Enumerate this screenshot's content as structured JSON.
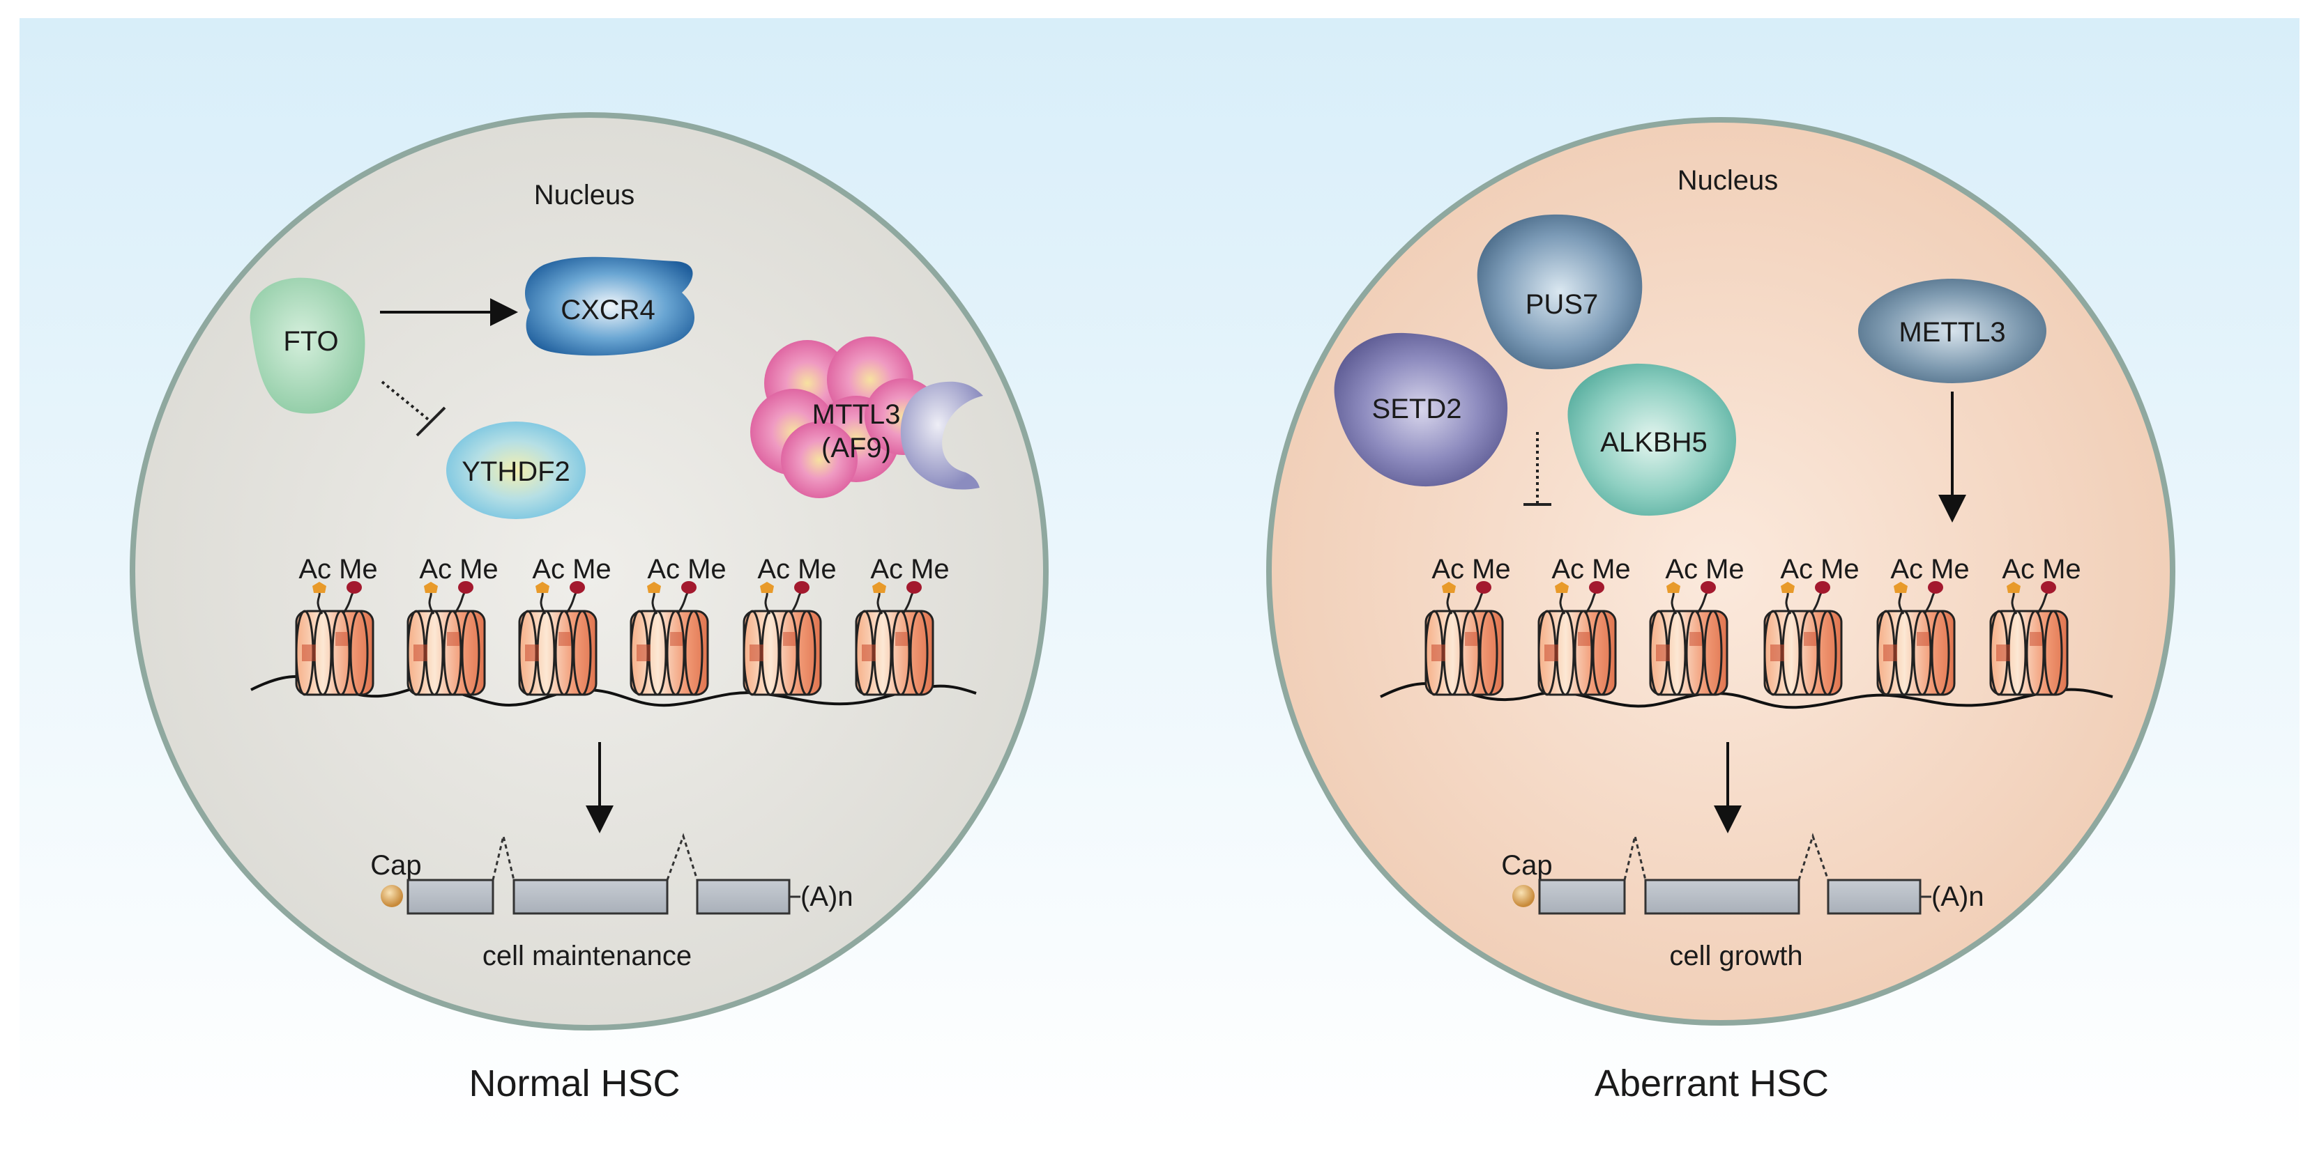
{
  "panels": [
    {
      "id": "normal",
      "nucleus_label": "Nucleus",
      "title": "Normal HSC",
      "proteins": {
        "fto": "FTO",
        "cxcr4": "CXCR4",
        "ythdf2": "YTHDF2",
        "mttl3_line1": "MTTL3",
        "mttl3_line2": "(AF9)"
      },
      "modification_label": "Ac Me",
      "cap_label": "Cap",
      "polya_label": "(A)n",
      "outcome": "cell maintenance"
    },
    {
      "id": "aberrant",
      "nucleus_label": "Nucleus",
      "title": "Aberrant HSC",
      "proteins": {
        "pus7": "PUS7",
        "setd2": "SETD2",
        "alkbh5": "ALKBH5",
        "mettl3": "METTL3"
      },
      "modification_label": "Ac Me",
      "cap_label": "Cap",
      "polya_label": "(A)n",
      "outcome": "cell growth"
    }
  ],
  "colors": {
    "normal_nucleus": "#e6e5df",
    "aberrant_nucleus": "#f4d8c4",
    "nucleus_border": "#8fa89f",
    "acetyl_mark": "#e89a2a",
    "methyl_mark": "#a3192e"
  }
}
